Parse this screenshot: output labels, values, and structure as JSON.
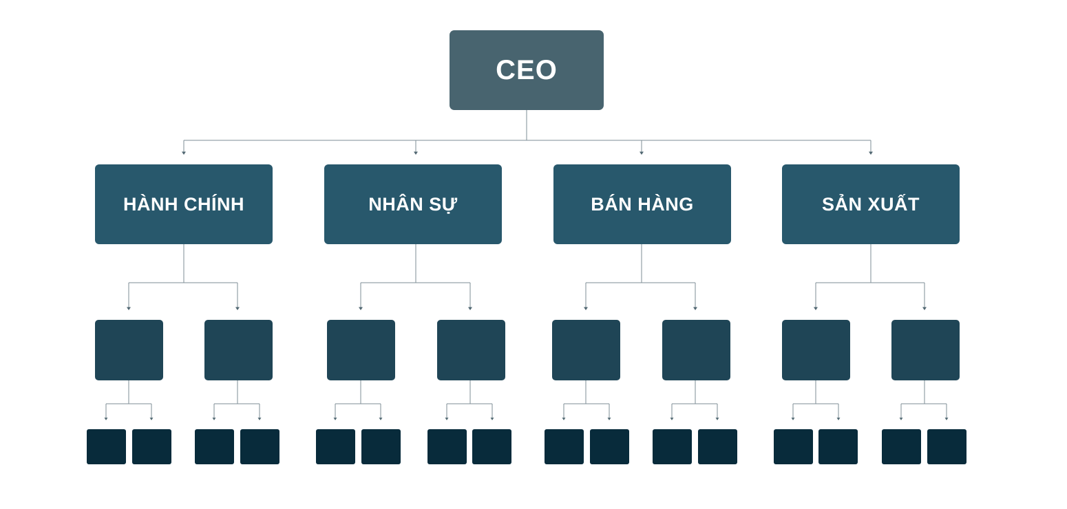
{
  "colors": {
    "ceo": "#48646f",
    "department": "#28586c",
    "level2": "#1f4556",
    "level3": "#082b3b",
    "connector": "#7d8e95",
    "arrow": "#4f6670",
    "background": "#ffffff"
  },
  "ceo": {
    "label": "CEO"
  },
  "departments": [
    {
      "label": "HÀNH CHÍNH"
    },
    {
      "label": "NHÂN SỰ"
    },
    {
      "label": "BÁN HÀNG"
    },
    {
      "label": "SẢN XUẤT"
    }
  ]
}
